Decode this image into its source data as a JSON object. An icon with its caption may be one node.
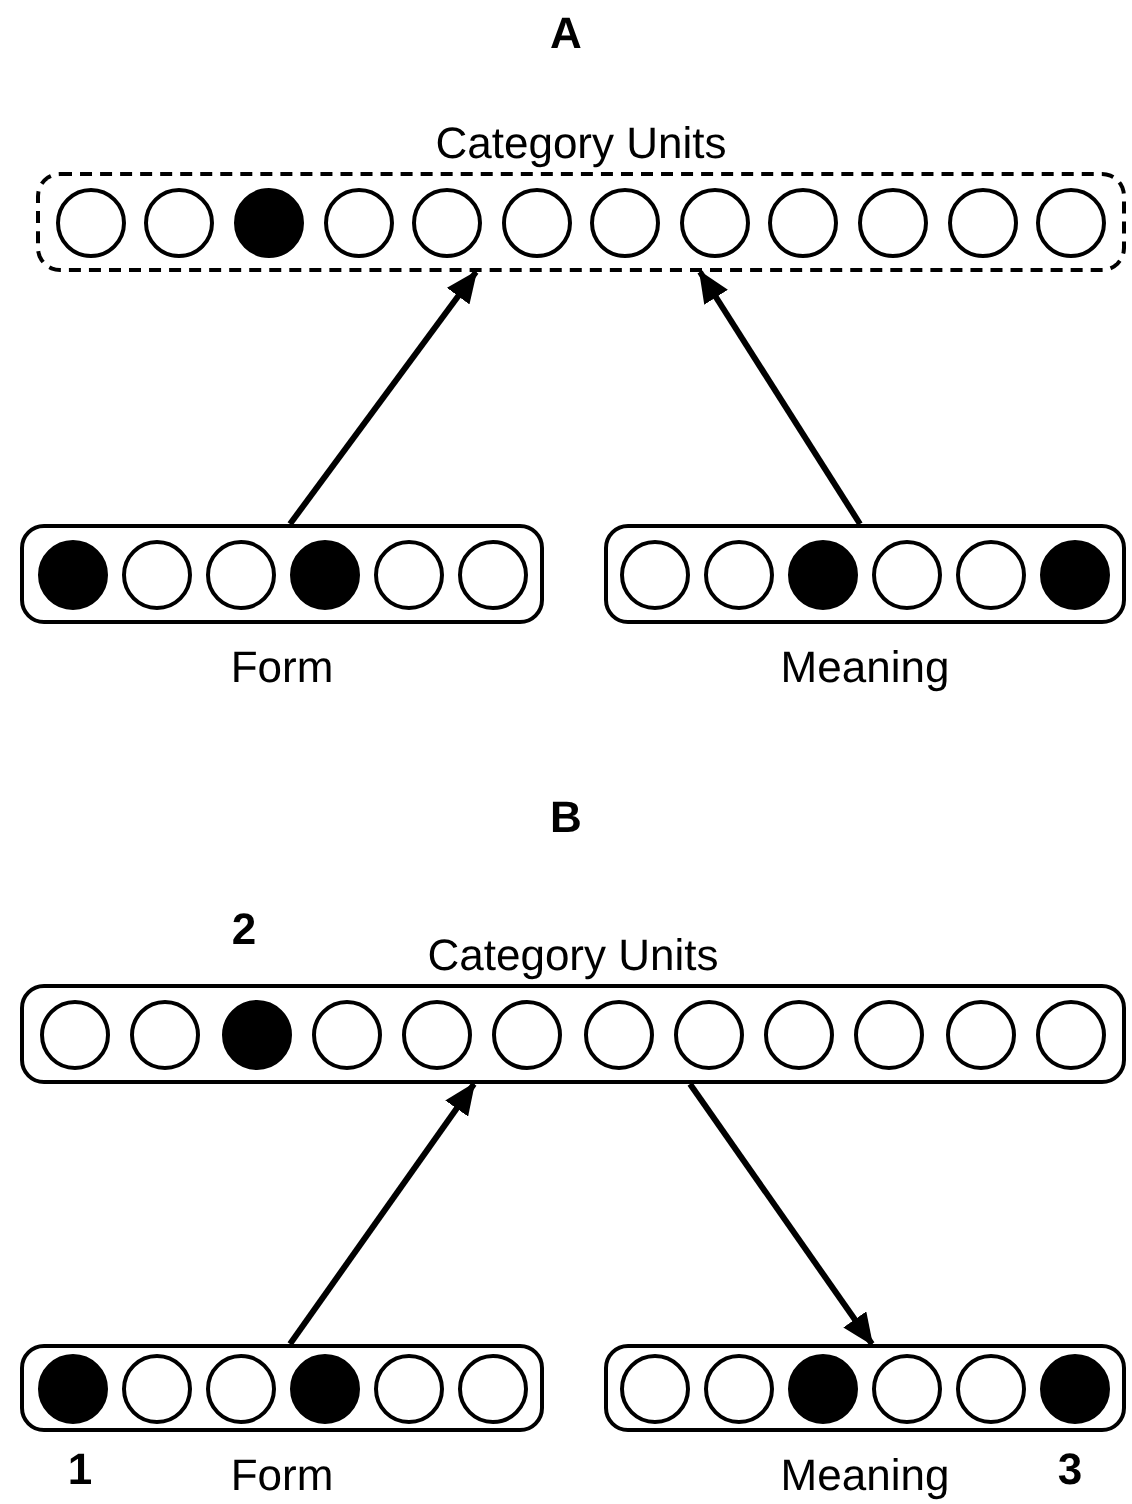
{
  "diagram": {
    "nodes": [
      {
        "text": [
          "Category Units"
        ]
      },
      {
        "text": [],
        "shape": "circle",
        "in": 0
      },
      {
        "text": [],
        "shape": "circle",
        "in": 0
      },
      {
        "text": [],
        "shape": "dot",
        "in": 0
      },
      {
        "text": [],
        "shape": "circle",
        "in": 0
      },
      {
        "text": [],
        "shape": "circle",
        "in": 0
      },
      {
        "text": [],
        "shape": "circle",
        "in": 0
      },
      {
        "text": [],
        "shape": "circle",
        "in": 0
      },
      {
        "text": [],
        "shape": "circle",
        "in": 0
      },
      {
        "text": [],
        "shape": "circle",
        "in": 0
      },
      {
        "text": [],
        "shape": "circle",
        "in": 0
      },
      {
        "text": [],
        "shape": "circle",
        "in": 0
      },
      {
        "text": [],
        "shape": "circle",
        "in": 0
      },
      {
        "text": [
          "Form"
        ]
      },
      {
        "text": [],
        "shape": "dot",
        "in": 13
      },
      {
        "text": [],
        "shape": "circle",
        "in": 13
      },
      {
        "text": [],
        "shape": "circle",
        "in": 13
      },
      {
        "text": [],
        "shape": "dot",
        "in": 13
      },
      {
        "text": [],
        "shape": "circle",
        "in": 13
      },
      {
        "text": [],
        "shape": "circle",
        "in": 13
      },
      {
        "text": [
          "Meaning"
        ]
      },
      {
        "text": [],
        "shape": "circle",
        "in": 20
      },
      {
        "text": [],
        "shape": "circle",
        "in": 20
      },
      {
        "text": [],
        "shape": "dot",
        "in": 20
      },
      {
        "text": [],
        "shape": "circle",
        "in": 20
      },
      {
        "text": [],
        "shape": "circle",
        "in": 20
      },
      {
        "text": [],
        "shape": "dot",
        "in": 20
      },
      {
        "text": [
          "Category Units"
        ]
      },
      {
        "text": [],
        "shape": "circle",
        "in": 27
      },
      {
        "text": [],
        "shape": "circle",
        "in": 27
      },
      {
        "text": [],
        "shape": "dot",
        "in": 27
      },
      {
        "text": [],
        "shape": "circle",
        "in": 27
      },
      {
        "text": [],
        "shape": "circle",
        "in": 27
      },
      {
        "text": [],
        "shape": "circle",
        "in": 27
      },
      {
        "text": [],
        "shape": "circle",
        "in": 27
      },
      {
        "text": [],
        "shape": "circle",
        "in": 27
      },
      {
        "text": [],
        "shape": "circle",
        "in": 27
      },
      {
        "text": [],
        "shape": "circle",
        "in": 27
      },
      {
        "text": [],
        "shape": "circle",
        "in": 27
      },
      {
        "text": [],
        "shape": "circle",
        "in": 27
      },
      {
        "text": [
          "Form"
        ]
      },
      {
        "text": [],
        "shape": "dot",
        "in": 40
      },
      {
        "text": [],
        "shape": "circle",
        "in": 40
      },
      {
        "text": [],
        "shape": "circle",
        "in": 40
      },
      {
        "text": [],
        "shape": "dot",
        "in": 40
      },
      {
        "text": [],
        "shape": "circle",
        "in": 40
      },
      {
        "text": [],
        "shape": "circle",
        "in": 40
      },
      {
        "text": [
          "Meaning"
        ]
      },
      {
        "text": [],
        "shape": "circle",
        "in": 47
      },
      {
        "text": [],
        "shape": "circle",
        "in": 47
      },
      {
        "text": [],
        "shape": "dot",
        "in": 47
      },
      {
        "text": [],
        "shape": "circle",
        "in": 47
      },
      {
        "text": [],
        "shape": "circle",
        "in": 47
      },
      {
        "text": [],
        "shape": "dot",
        "in": 47
      }
    ],
    "edges": [
      {
        "from": 13,
        "to": 0,
        "arrow": "to"
      },
      {
        "from": 20,
        "to": 0,
        "arrow": "to"
      },
      {
        "from": 40,
        "to": 27,
        "arrow": "to"
      },
      {
        "from": 27,
        "to": 47,
        "arrow": "to"
      }
    ],
    "labels": [
      "A",
      "B",
      "2",
      "1",
      "3"
    ]
  }
}
